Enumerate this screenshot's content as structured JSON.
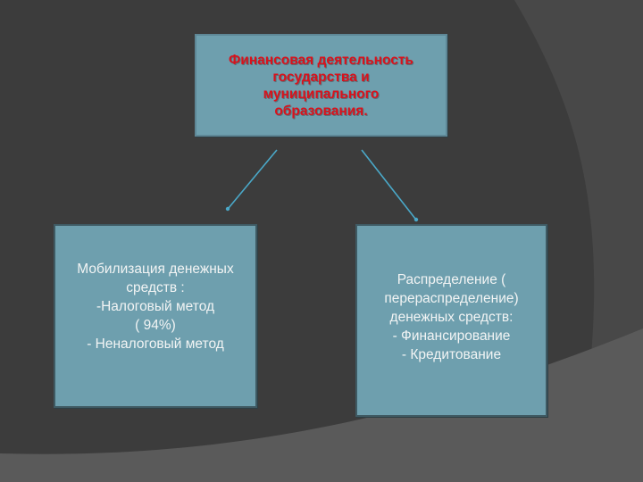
{
  "diagram": {
    "top_node": {
      "label": "Финансовая деятельность\nгосударства и\nмуниципального\nобразования."
    },
    "left_node": {
      "label": "Мобилизация денежных\nсредств :\n-Налоговый метод\n( 94%)\n- Неналоговый метод"
    },
    "right_node": {
      "label": "Распределение (\nперераспределение)\nденежных средств:\n- Финансирование\n-      Кредитование"
    },
    "edges": [
      {
        "from": "top_node",
        "to": "left_node"
      },
      {
        "from": "top_node",
        "to": "right_node"
      }
    ]
  },
  "colors": {
    "background": "#3c3c3c",
    "background_curve": "#484848",
    "background_bottom": "#5a5a5a",
    "box_fill": "#6e9fae",
    "title_text": "#d9121c",
    "body_text": "#f2f4f4",
    "arrow": "#4aa8c8"
  }
}
